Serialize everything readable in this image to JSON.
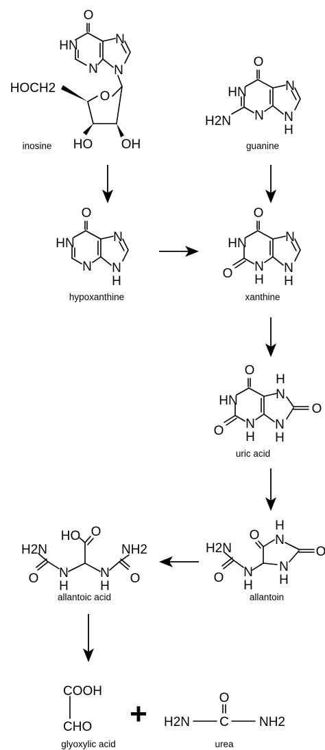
{
  "compounds": {
    "inosine": {
      "name": "inosine",
      "atoms": {
        "o_top": "O",
        "hn": "HN",
        "n_ring": "N",
        "n_im_top": "N",
        "n_im_bottom": "N",
        "o_ring": "O",
        "hoch2": "HOCH2",
        "ho": "HO",
        "oh": "OH"
      }
    },
    "guanine": {
      "name": "guanine",
      "atoms": {
        "o_top": "O",
        "hn": "HN",
        "h2n": "H2N",
        "n_ring": "N",
        "n_im_top": "N",
        "n_im_bottom": "N",
        "h": "H"
      }
    },
    "hypoxanthine": {
      "name": "hypoxanthine",
      "atoms": {
        "o_top": "O",
        "hn": "HN",
        "n_ring": "N",
        "n_im_top": "N",
        "n_im_bottom": "N",
        "h": "H"
      }
    },
    "xanthine": {
      "name": "xanthine",
      "atoms": {
        "o_top": "O",
        "hn": "HN",
        "o_left": "O",
        "n_ring": "N",
        "h_ring": "H",
        "n_im_top": "N",
        "n_im_bottom": "N",
        "h_im": "H"
      }
    },
    "uric_acid": {
      "name": "uric acid",
      "atoms": {
        "o_top": "O",
        "hn": "HN",
        "o_left": "O",
        "n_ring": "N",
        "h_ring": "H",
        "h_im_top": "H",
        "n_im_top": "N",
        "o_right": "O",
        "n_im_bottom": "N",
        "h_im_bottom": "H"
      }
    },
    "allantoin": {
      "name": "allantoin",
      "atoms": {
        "h2n": "H2N",
        "o_left": "O",
        "n_link": "N",
        "h_link": "H",
        "o_ring_top": "O",
        "h_top": "H",
        "n_top": "N",
        "o_right": "O",
        "n_bottom": "N",
        "h_bottom": "H"
      }
    },
    "allantoic_acid": {
      "name": "allantoic acid",
      "atoms": {
        "h2n": "H2N",
        "ho": "HO",
        "o_acid": "O",
        "nh2": "NH2",
        "o_left": "O",
        "n_left": "N",
        "h_left": "H",
        "n_right": "N",
        "h_right": "H",
        "o_right": "O"
      }
    },
    "glyoxylic_acid": {
      "name": "glyoxylic acid",
      "atoms": {
        "cooh": "COOH",
        "cho": "CHO"
      }
    },
    "urea": {
      "name": "urea",
      "atoms": {
        "o": "O",
        "h2n": "H2N",
        "c": "C",
        "nh2": "NH2"
      }
    }
  },
  "operators": {
    "plus": "+"
  }
}
